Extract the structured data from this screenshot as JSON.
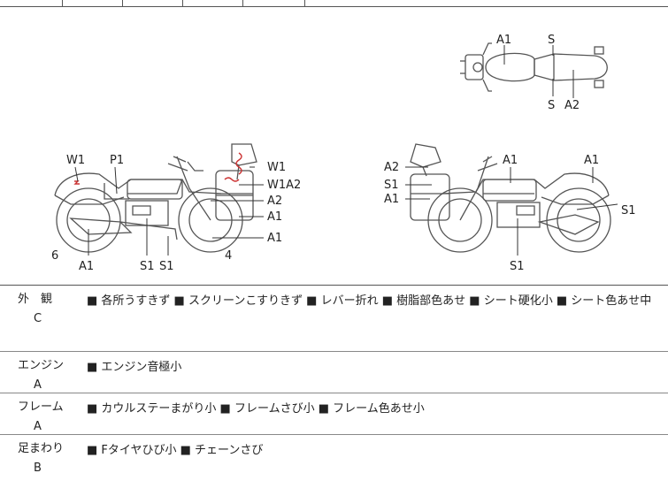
{
  "diagram": {
    "top_view": {
      "labels": [
        "A1",
        "S",
        "S",
        "A2"
      ]
    },
    "left_side": {
      "labels": [
        "W1",
        "P1",
        "W1",
        "W1A2",
        "A2",
        "A1",
        "A1",
        "6",
        "A1",
        "S1",
        "S1",
        "4"
      ]
    },
    "right_side": {
      "labels": [
        "A2",
        "S1",
        "A1",
        "A1",
        "A1",
        "S1",
        "S1"
      ]
    }
  },
  "inspection": [
    {
      "category": "外　観",
      "grade": "C",
      "notes": "■ 各所うすきず ■ スクリーンこすりきず ■ レバー折れ ■ 樹脂部色あせ ■ シート硬化小 ■ シート色あせ中"
    },
    {
      "category": "エンジン",
      "grade": "A",
      "notes": "■ エンジン音極小"
    },
    {
      "category": "フレーム",
      "grade": "A",
      "notes": "■ カウルステーまがり小 ■ フレームさび小 ■ フレーム色あせ小"
    },
    {
      "category": "足まわり",
      "grade": "B",
      "notes": "■ Fタイヤひび小 ■ チェーンさび"
    }
  ]
}
